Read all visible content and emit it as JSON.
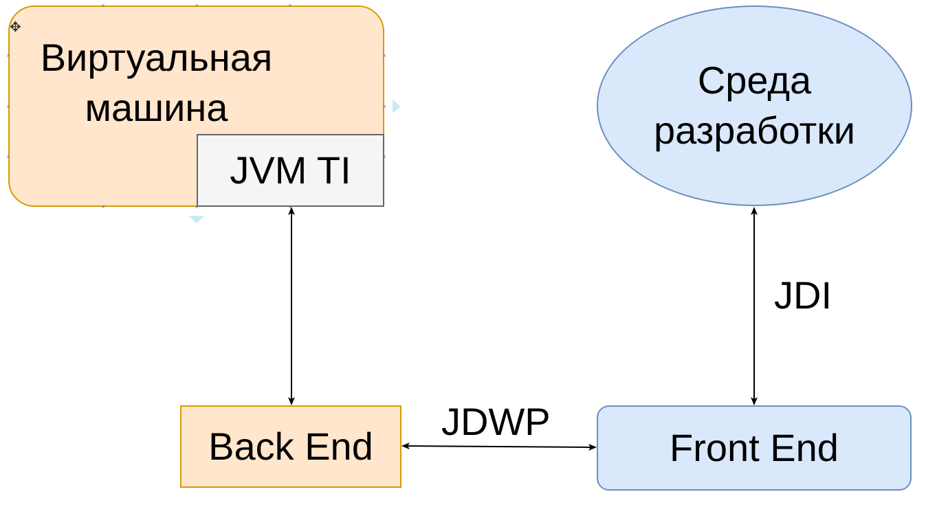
{
  "nodes": {
    "virtual_machine": "Виртуальная машина",
    "jvm_ti": "JVM TI",
    "ide": "Среда разработки",
    "back_end": "Back End",
    "front_end": "Front End"
  },
  "edges": {
    "jdi": "JDI",
    "jdwp": "JDWP"
  },
  "colors": {
    "orange_fill": "#ffe6cc",
    "orange_stroke": "#d79b00",
    "blue_fill": "#dae8fc",
    "blue_stroke": "#6c8ebf",
    "gray_fill": "#f5f5f5",
    "gray_stroke": "#666666"
  },
  "icons": {
    "cursor": "move-cursor-icon"
  }
}
